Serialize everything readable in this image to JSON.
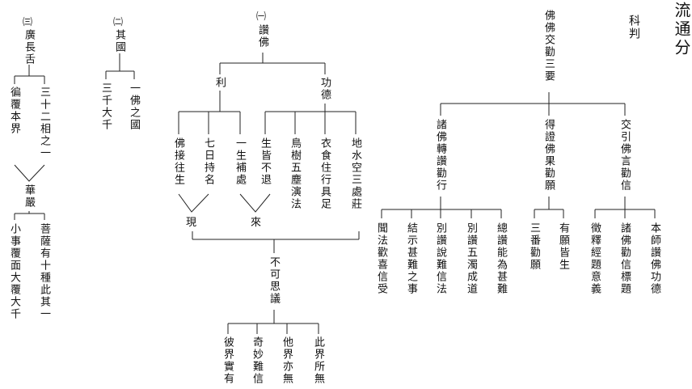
{
  "title": "流通分",
  "subtitle": "科判",
  "right": {
    "root": "佛佛交勸三要",
    "branch1": "交引佛言勸信",
    "branch2": "得證佛果勸願",
    "branch3": "諸佛轉讚勸行",
    "b1_items": [
      "本師讚佛功德",
      "諸佛勸信標題",
      "徵釋經題意義"
    ],
    "b2_items": [
      "有願皆生",
      "三番勸願"
    ],
    "b3_items": [
      "總讚能為甚難",
      "別讚五濁成道",
      "別讚說難信法",
      "結示甚難之事",
      "聞法歡喜信受"
    ]
  },
  "middle": {
    "num": "㈠",
    "root": "讚佛",
    "branch_merit": "功德",
    "branch_benefit": "利",
    "merit_items": [
      "地水空三處莊",
      "衣食住行具足",
      "鳥樹五塵演法",
      "生皆不退"
    ],
    "benefit_items": [
      "一生補處",
      "七日持名",
      "佛接往生"
    ],
    "lai": "來",
    "xian": "現",
    "bukesiyi": "不可思議",
    "bottom_items": [
      "此界所無",
      "他界亦無",
      "奇妙難信",
      "彼界實有"
    ]
  },
  "country": {
    "num": "㈡",
    "root": "其國",
    "items": [
      "一佛之國",
      "三千大千"
    ]
  },
  "tongue": {
    "num": "㈢",
    "root": "廣長舌",
    "items": [
      "三十二相之一",
      "徧覆本界"
    ],
    "huayan": "華嚴",
    "bottom_items": [
      "菩薩有十種此其一",
      "小事覆面大覆大千"
    ]
  }
}
